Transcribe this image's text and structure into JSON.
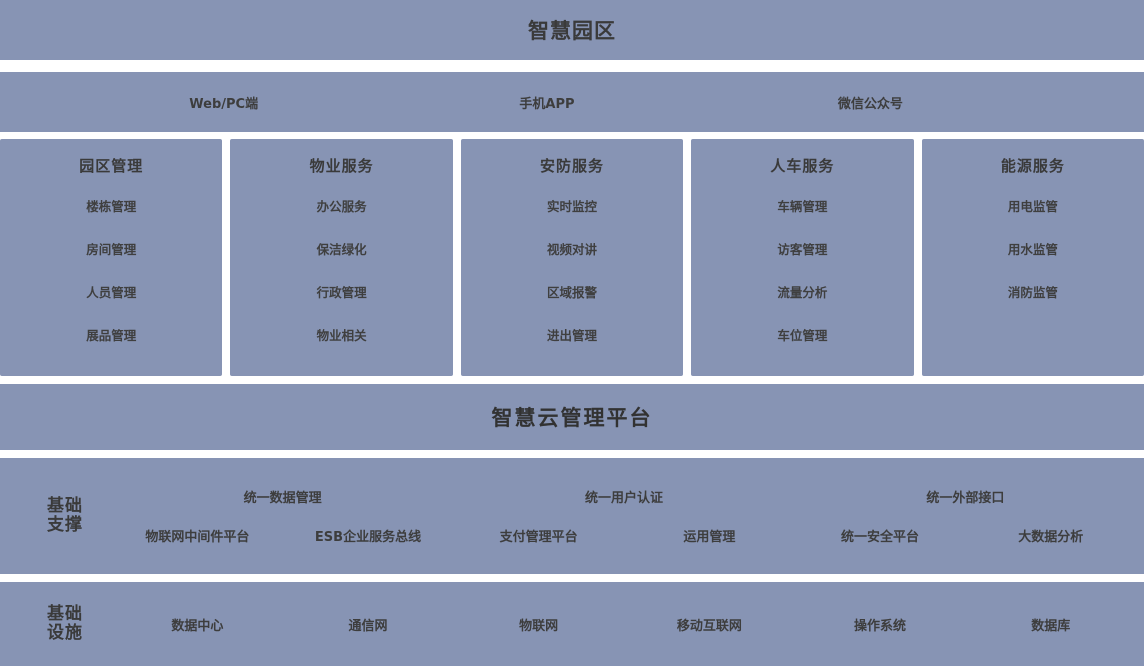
{
  "theme": {
    "band_color": "#8794b4",
    "page_background": "#ffffff",
    "text_color": "#3a3a3a"
  },
  "title_band": {
    "title": "智慧园区"
  },
  "channel_band": {
    "channels": [
      {
        "label": "Web/PC端"
      },
      {
        "label": "手机APP"
      },
      {
        "label": "微信公众号"
      }
    ]
  },
  "service_columns": [
    {
      "title": "园区管理",
      "items": [
        "楼栋管理",
        "房间管理",
        "人员管理",
        "展品管理"
      ]
    },
    {
      "title": "物业服务",
      "items": [
        "办公服务",
        "保洁绿化",
        "行政管理",
        "物业相关"
      ]
    },
    {
      "title": "安防服务",
      "items": [
        "实时监控",
        "视频对讲",
        "区域报警",
        "进出管理"
      ]
    },
    {
      "title": "人车服务",
      "items": [
        "车辆管理",
        "访客管理",
        "流量分析",
        "车位管理"
      ]
    },
    {
      "title": "能源服务",
      "items": [
        "用电监管",
        "用水监管",
        "消防监管"
      ]
    }
  ],
  "platform_band": {
    "title": "智慧云管理平台"
  },
  "support_band": {
    "side_label_line1": "基础",
    "side_label_line2": "支撑",
    "top_row": [
      "统一数据管理",
      "统一用户认证",
      "统一外部接口"
    ],
    "bottom_row": [
      "物联网中间件平台",
      "ESB企业服务总线",
      "支付管理平台",
      "运用管理",
      "统一安全平台",
      "大数据分析"
    ]
  },
  "infra_band": {
    "side_label_line1": "基础",
    "side_label_line2": "设施",
    "items": [
      "数据中心",
      "通信网",
      "物联网",
      "移动互联网",
      "操作系统",
      "数据库"
    ]
  }
}
